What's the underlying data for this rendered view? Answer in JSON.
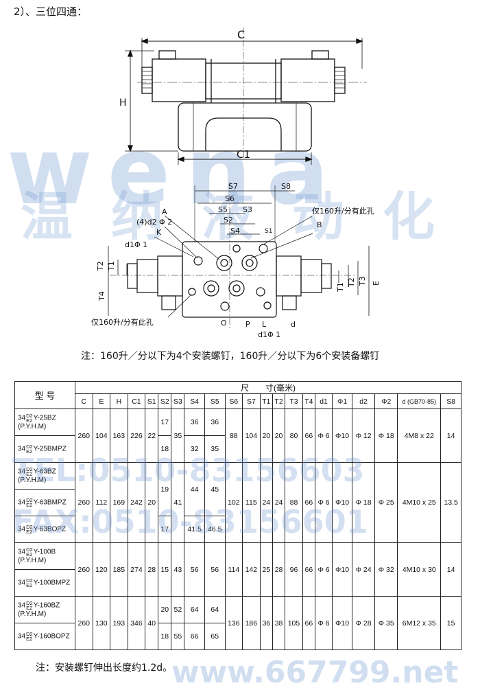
{
  "heading": "2）、三位四通：",
  "watermark": {
    "word": "wena",
    "chinese": "温纳液动化",
    "tel": "TEL:0510-83156603",
    "fax": "FAX:0510-83156601",
    "url": "www.667799.net"
  },
  "drawing_top": {
    "c_label": "C",
    "h_label": "H",
    "c1_label": "C1"
  },
  "drawing_bottom": {
    "labels": {
      "s7": "S7",
      "s8": "S8",
      "s6": "S6",
      "s5": "S5",
      "s3": "S3",
      "s2": "S2",
      "s4": "S4",
      "s1": "S1",
      "a": "A",
      "b": "B",
      "k": "K",
      "d2phi2": "(4)d2 Φ 2",
      "d1phi1_left": "d1Φ 1",
      "t2_left": "T2",
      "t1_left": "T1",
      "t4": "T4",
      "t1_right": "T1",
      "t2_right": "T2",
      "t3": "T3",
      "e": "E",
      "o": "O",
      "p": "P",
      "l": "L",
      "d": "d",
      "d1phi1_bottom": "d1Φ 1",
      "note_top": "仅160升/分有此孔",
      "note_bottom": "仅160升/分有此孔"
    }
  },
  "note1": "注：160升／分以下为4个安装螺钉，160升／分以下为6个安装备螺钉",
  "table": {
    "model_header": "型 号",
    "dims_header": "尺　　寸(毫米)",
    "columns": [
      "C",
      "E",
      "H",
      "C1",
      "S1",
      "S2",
      "S3",
      "S4",
      "S5",
      "S6",
      "S7",
      "T1",
      "T2",
      "T3",
      "T4",
      "d1",
      "Φ1",
      "d2",
      "Φ2",
      "d (GB70-85)",
      "S8"
    ],
    "model_parts": {
      "prefix": "34",
      "sup_top": "D2",
      "sup_bottom": "E2"
    },
    "groups": [
      {
        "models": [
          {
            "suffix": "Y-25BZ",
            "sub": "(P.Y.H.M)"
          },
          {
            "suffix": "Y-25BMPZ",
            "sub": ""
          }
        ],
        "shared": [
          "260",
          "104",
          "163",
          "226",
          "22",
          "88",
          "104",
          "20",
          "20",
          "80",
          "66",
          "Φ 6",
          "Φ10",
          "Φ 12",
          "Φ 18",
          "4M8 x 22",
          "14"
        ],
        "rows": [
          [
            "17",
            "35",
            "36",
            "36"
          ],
          [
            "18",
            "",
            "32",
            "35"
          ]
        ]
      },
      {
        "models": [
          {
            "suffix": "Y-63BZ",
            "sub": "(P.Y.H.M)"
          },
          {
            "suffix": "Y-63BMPZ",
            "sub": ""
          },
          {
            "suffix": "Y-63BOPZ",
            "sub": ""
          }
        ],
        "shared": [
          "260",
          "112",
          "169",
          "242",
          "20",
          "102",
          "115",
          "24",
          "24",
          "88",
          "66",
          "Φ 6",
          "Φ10",
          "Φ 18",
          "Φ 25",
          "4M10 x 25",
          "13.5"
        ],
        "rows": [
          [
            "19",
            "41",
            "44",
            "45"
          ],
          [
            "17",
            "",
            "41.5",
            "46.5"
          ]
        ]
      },
      {
        "models": [
          {
            "suffix": "Y-100B",
            "sub": "(P.Y.H.M)"
          },
          {
            "suffix": "Y-100BMPZ",
            "sub": ""
          }
        ],
        "shared": [
          "260",
          "120",
          "185",
          "274",
          "28",
          "15",
          "43",
          "56",
          "56",
          "114",
          "142",
          "25",
          "28",
          "96",
          "66",
          "Φ 6",
          "Φ10",
          "Φ 24",
          "Φ 32",
          "4M10 x 30",
          "14"
        ]
      },
      {
        "models": [
          {
            "suffix": "Y-160BZ",
            "sub": "(P.Y.H.M)"
          },
          {
            "suffix": "Y-160BOPZ",
            "sub": ""
          }
        ],
        "shared": [
          "260",
          "130",
          "193",
          "346",
          "40",
          "136",
          "186",
          "36",
          "38",
          "105",
          "66",
          "Φ 6",
          "Φ10",
          "Φ 28",
          "Φ 35",
          "6M12 x 35",
          "15"
        ],
        "rows": [
          [
            "20",
            "52",
            "64",
            "64"
          ],
          [
            "18",
            "55",
            "66",
            "65"
          ]
        ]
      }
    ]
  },
  "note2": "注：安装螺钉伸出长度约1.2d。"
}
